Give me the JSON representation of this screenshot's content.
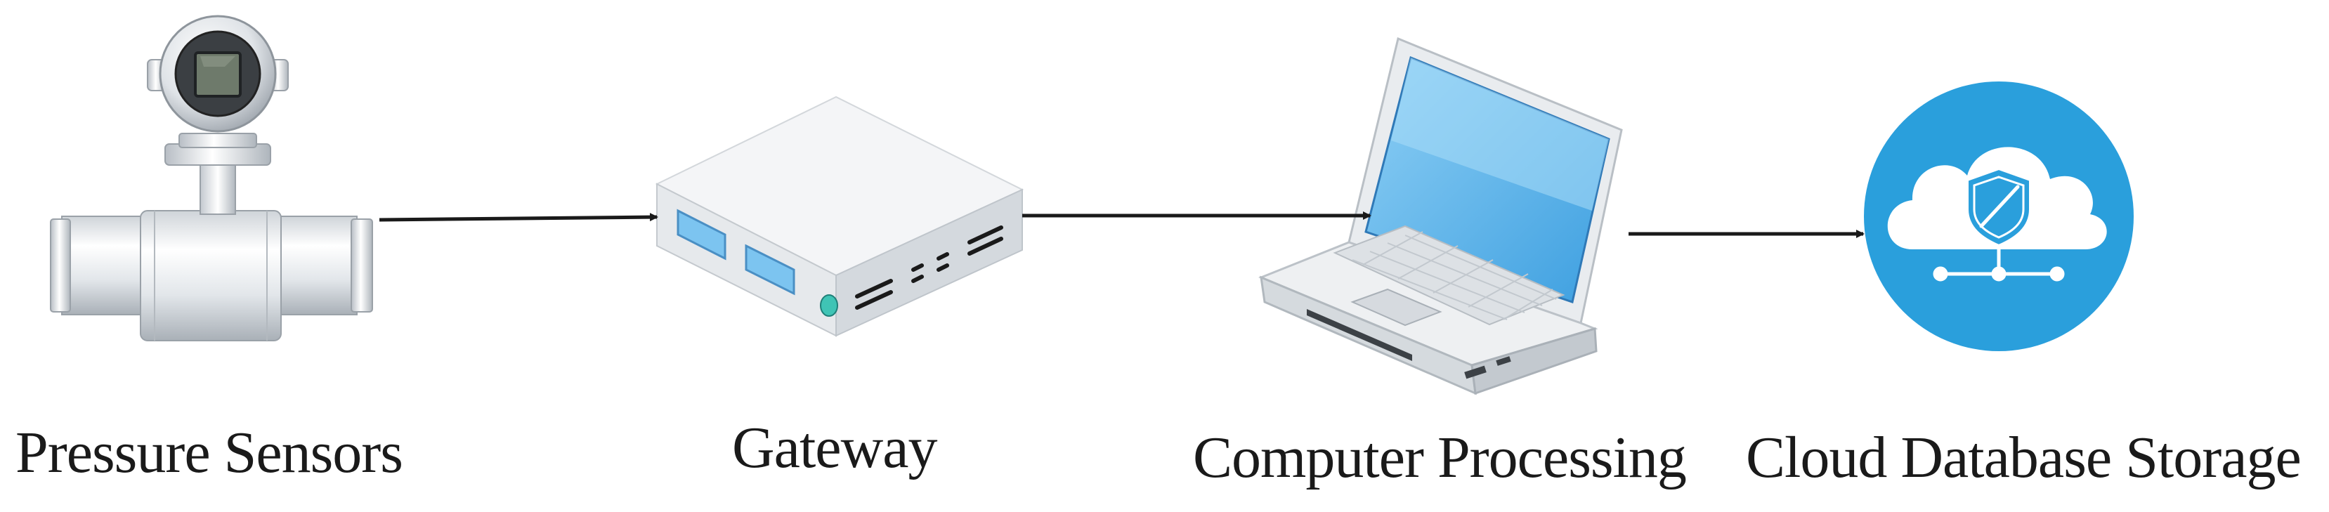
{
  "nodes": [
    {
      "id": "sensors",
      "label": "Pressure Sensors",
      "icon": "pressure-sensor-icon"
    },
    {
      "id": "gateway",
      "label": "Gateway",
      "icon": "gateway-icon"
    },
    {
      "id": "computer",
      "label": "Computer Processing",
      "icon": "laptop-icon"
    },
    {
      "id": "cloud",
      "label": "Cloud Database Storage",
      "icon": "cloud-database-icon"
    }
  ],
  "edges": [
    {
      "from": "sensors",
      "to": "gateway"
    },
    {
      "from": "gateway",
      "to": "computer"
    },
    {
      "from": "computer",
      "to": "cloud"
    }
  ],
  "colors": {
    "arrow": "#1a1a1a",
    "cloud_circle": "#2a9fdc",
    "screen_blue": "#5bb7ec",
    "device_light": "#f2f4f6",
    "device_shade": "#c9ced4"
  }
}
